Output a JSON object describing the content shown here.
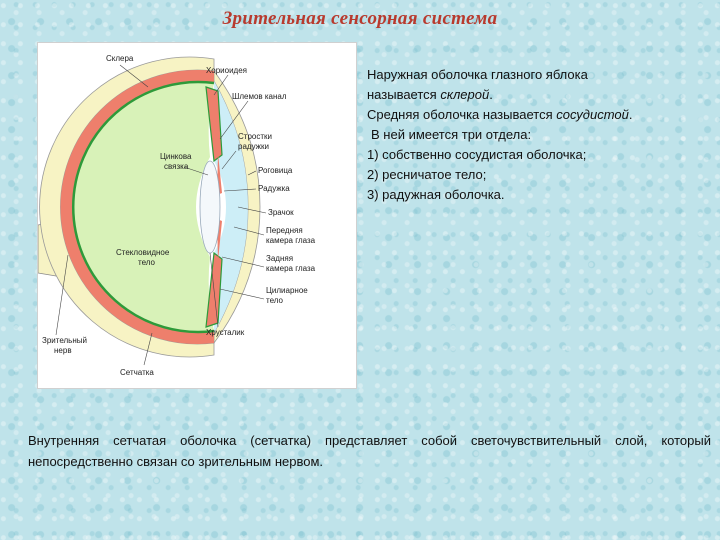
{
  "title": "Зрительная сенсорная система",
  "diagram_labels": {
    "sclera": "Склера",
    "choroid": "Хориоидея",
    "schlemm": "Шлемов канал",
    "iris_stroma_1": "Стростки",
    "iris_stroma_2": "радужки",
    "zinn_1": "Цинкова",
    "zinn_2": "связка",
    "cornea": "Роговица",
    "iris": "Радужка",
    "pupil": "Зрачок",
    "anterior_1": "Передняя",
    "anterior_2": "камера глаза",
    "posterior_1": "Задняя",
    "posterior_2": "камера глаза",
    "vitreous_1": "Стекловидное",
    "vitreous_2": "тело",
    "ciliary_1": "Цилиарное",
    "ciliary_2": "тело",
    "lens": "Хрусталик",
    "optic_1": "Зрительный",
    "optic_2": "нерв",
    "retina": "Сетчатка"
  },
  "text": {
    "p1_a": "Наружная оболочка глазного яблока",
    "p1_b": "называется ",
    "p1_em": "склерой",
    "p1_c": ".",
    "p2_a": "Средняя оболочка называется ",
    "p2_em": "сосудистой",
    "p2_c": ".",
    "p3": " В ней имеется три отдела:",
    "item1": "1) собственно сосудистая оболочка;",
    "item2": "2) ресничатое тело;",
    "item3": "3) радужная оболочка.",
    "bottom": "Внутренняя сетчатая оболочка (сетчатка) представляет собой светочувствительный слой, который непосредственно связан со зрительным нервом."
  },
  "colors": {
    "title": "#b83a2e",
    "sclera": "#f7f3c4",
    "choroid": "#ee7f6c",
    "retina": "#2e9a3a",
    "vitreous": "#d8f2b8",
    "anterior": "#cdeef7"
  }
}
